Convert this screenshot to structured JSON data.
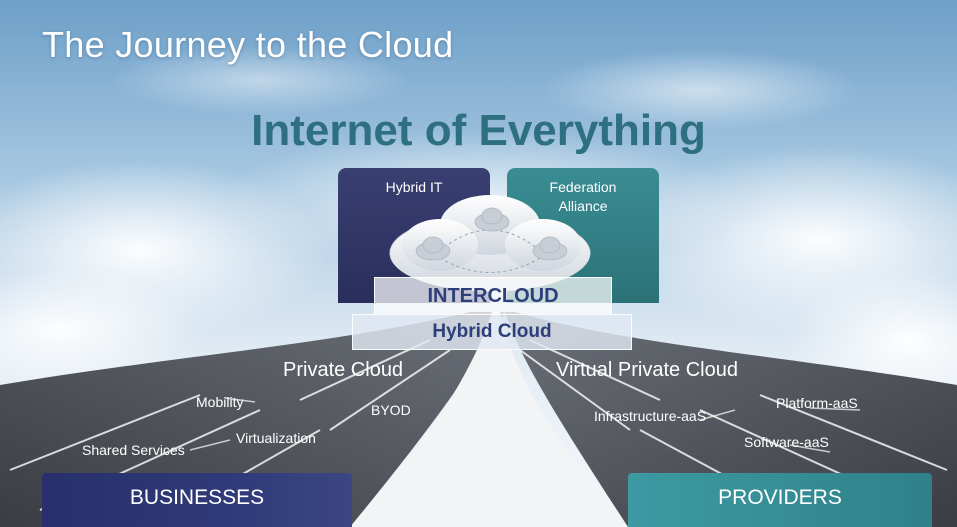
{
  "title": "The Journey to the Cloud",
  "headline": "Internet of Everything",
  "panels": {
    "hybrid_it": "Hybrid IT",
    "federation_line1": "Federation",
    "federation_line2": "Alliance"
  },
  "bands": {
    "intercloud": "INTERCLOUD",
    "hybrid_cloud": "Hybrid Cloud"
  },
  "private_cloud": {
    "heading": "Private Cloud",
    "items": [
      "Mobility",
      "BYOD",
      "Virtualization",
      "Shared Services"
    ]
  },
  "virtual_private_cloud": {
    "heading": "Virtual Private Cloud",
    "items": [
      "Infrastructure-aaS",
      "Platform-aaS",
      "Software-aaS"
    ]
  },
  "bars": {
    "businesses": "BUSINESSES",
    "providers": "PROVIDERS"
  },
  "colors": {
    "headline": "#2e6f80",
    "hybrid_panel": "#2a2e5c",
    "federation_panel": "#2b7277",
    "businesses_bar": "#27306a",
    "providers_bar": "#2f8189",
    "band_text": "#2c3f7a"
  }
}
